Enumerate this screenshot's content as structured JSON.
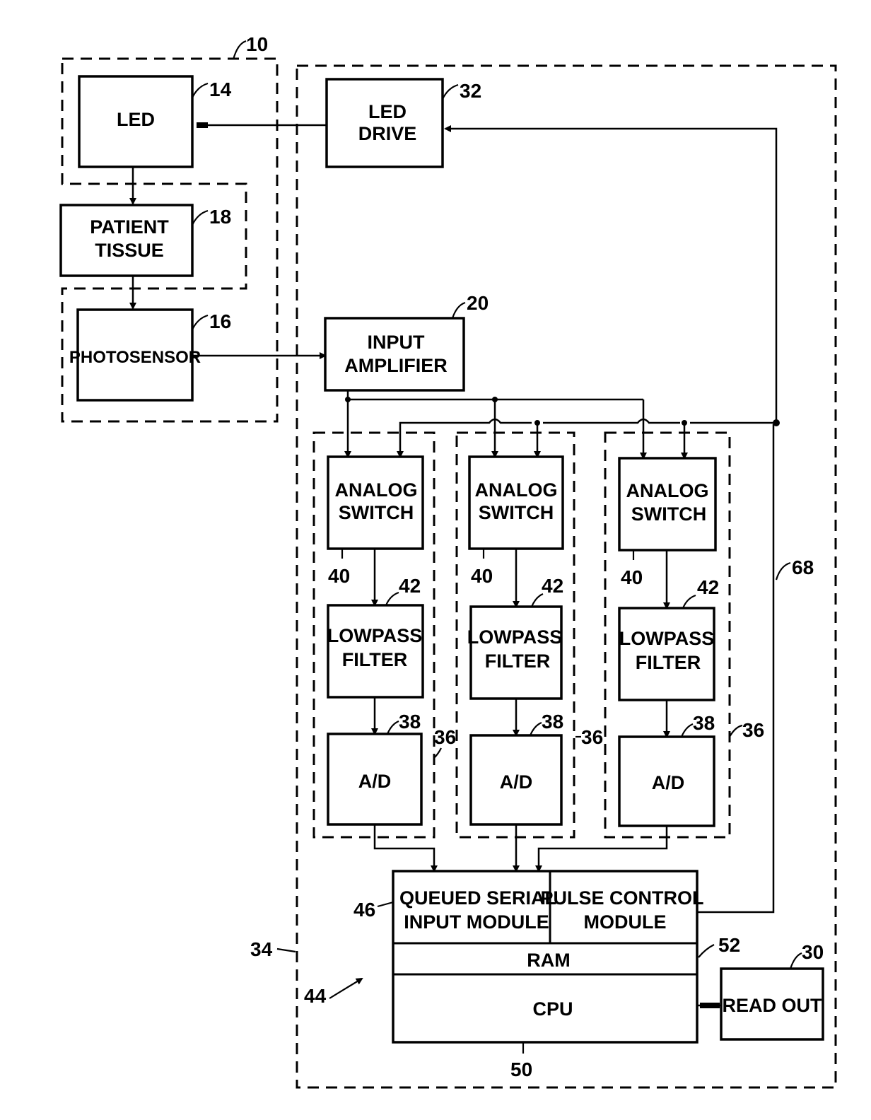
{
  "blocks": {
    "led": "LED",
    "patient_tissue": [
      "PATIENT",
      "TISSUE"
    ],
    "photosensor": "PHOTOSENSOR",
    "led_drive": [
      "LED",
      "DRIVE"
    ],
    "input_amplifier": [
      "INPUT",
      "AMPLIFIER"
    ],
    "analog_switch": [
      "ANALOG",
      "SWITCH"
    ],
    "lowpass_filter": [
      "LOWPASS",
      "FILTER"
    ],
    "ad": "A/D",
    "queued_serial": [
      "QUEUED SERIAL",
      "INPUT MODULE"
    ],
    "pulse_control": [
      "PULSE  CONTROL",
      "MODULE"
    ],
    "ram": "RAM",
    "cpu": "CPU",
    "read_out": "READ  OUT"
  },
  "refs": {
    "sensor_group": "10",
    "led": "14",
    "patient_tissue": "18",
    "photosensor": "16",
    "led_drive": "32",
    "input_amplifier": "20",
    "analog_switch": "40",
    "lowpass_filter": "42",
    "ad": "38",
    "channel": "36",
    "control_line": "68",
    "queued_serial": "46",
    "ram": "52",
    "read_out": "30",
    "processor_unit": "34",
    "microcontroller": "44",
    "cpu": "50"
  }
}
